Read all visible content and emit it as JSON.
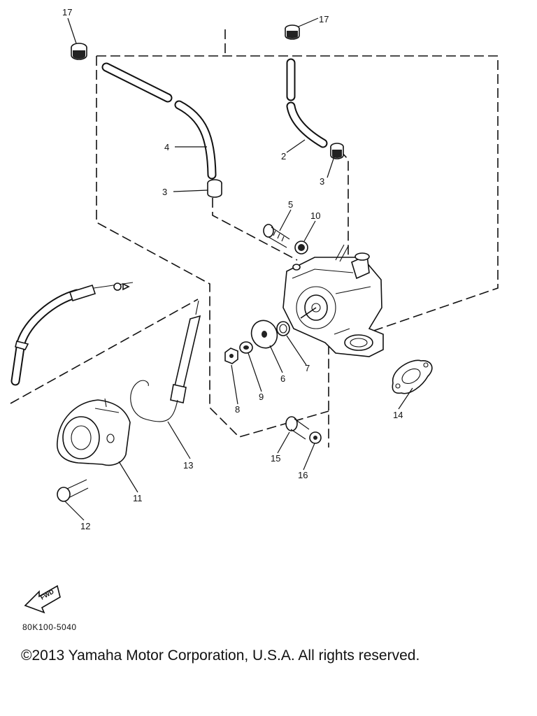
{
  "callouts": [
    "17",
    "17",
    "4",
    "2",
    "3",
    "3",
    "5",
    "10",
    "6",
    "7",
    "8",
    "9",
    "13",
    "14",
    "15",
    "16",
    "11",
    "12"
  ],
  "fwd_arrow_text": "FWD",
  "drawing_code": "80K100-5040",
  "copyright": "©2013 Yamaha Motor Corporation, U.S.A. All rights reserved."
}
